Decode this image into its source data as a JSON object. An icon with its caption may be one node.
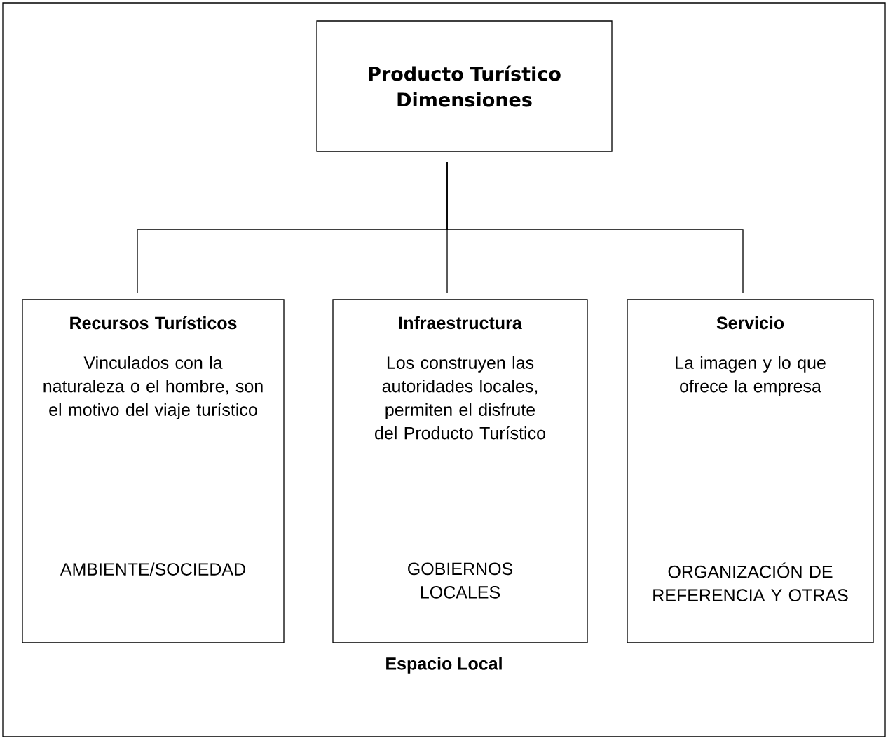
{
  "diagram": {
    "nodes": [
      {
        "text": [
          "Espacio Local"
        ]
      },
      {
        "text": [
          "Producto Turístico Dimensiones"
        ],
        "in": 0
      },
      {
        "text": [
          "Recursos Turísticos",
          "Vinculados con la naturaleza o el hombre, son el motivo del viaje turístico",
          "AMBIENTE/SOCIEDAD"
        ],
        "in": 0
      },
      {
        "text": [
          "Infraestructura",
          "Los construyen las autoridades locales, permiten el disfrute del Producto Turístico",
          "GOBIERNOS LOCALES"
        ],
        "in": 0
      },
      {
        "text": [
          "Servicio",
          "La imagen y lo que ofrece la empresa",
          "ORGANIZACIÓN DE REFERENCIA Y OTRAS"
        ],
        "in": 0
      }
    ],
    "edges": [
      {
        "from": 1,
        "to": 2,
        "arrow": "none"
      },
      {
        "from": 1,
        "to": 3,
        "arrow": "none"
      },
      {
        "from": 1,
        "to": 4,
        "arrow": "none"
      }
    ]
  }
}
